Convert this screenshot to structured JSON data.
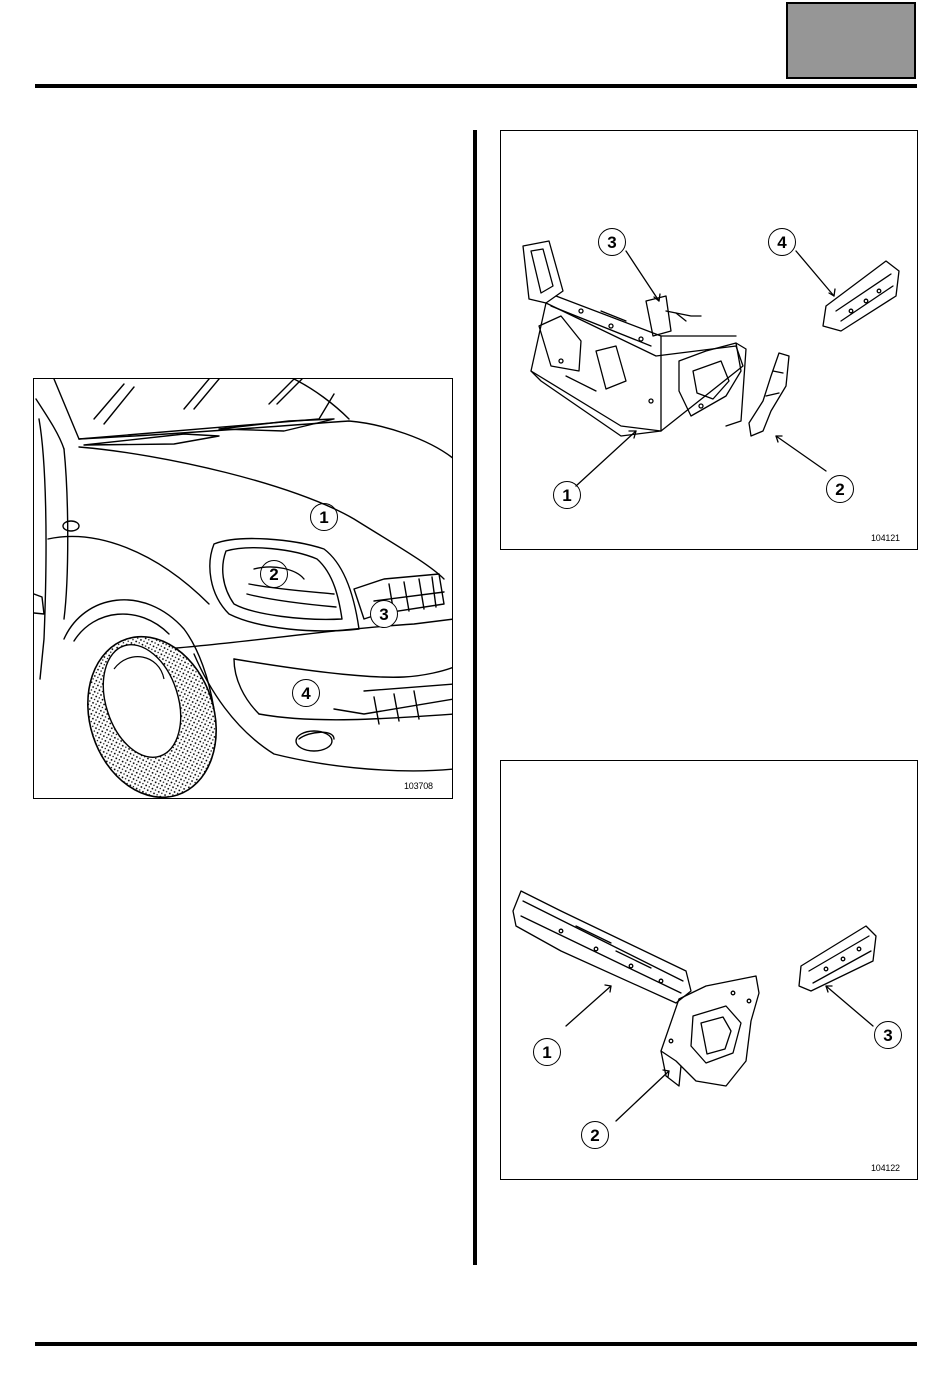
{
  "figures": [
    {
      "ref": "103708",
      "callouts": [
        "1",
        "2",
        "3",
        "4"
      ]
    },
    {
      "ref": "104121",
      "callouts": [
        "3",
        "4",
        "1",
        "2"
      ]
    },
    {
      "ref": "104122",
      "callouts": [
        "1",
        "3",
        "2"
      ]
    }
  ]
}
